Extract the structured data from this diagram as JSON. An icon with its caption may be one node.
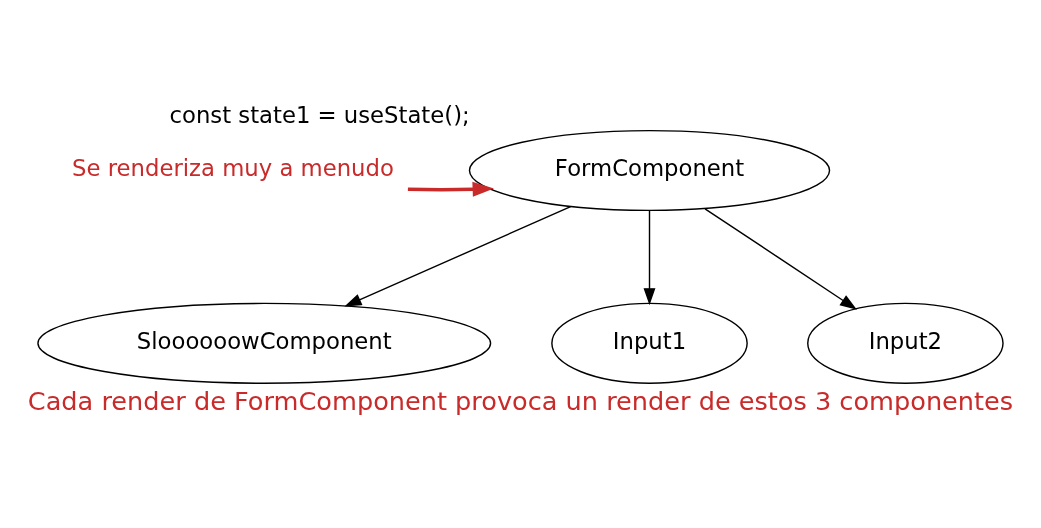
{
  "diagram": {
    "caption": "Cada render de FormComponent provoca un render de estos 3 componentes",
    "nodes": [
      {
        "text": [
          "FormComponent"
        ],
        "beside": [
          "const state1 = useState();"
        ]
      },
      {
        "text": [
          "SloooooowComponent"
        ]
      },
      {
        "text": [
          "Input1"
        ]
      },
      {
        "text": [
          "Input2"
        ]
      },
      {
        "text": [
          "Se renderiza muy a menudo"
        ]
      }
    ],
    "edges": [
      {
        "from": 0,
        "to": 1,
        "arrow": "to"
      },
      {
        "from": 0,
        "to": 2,
        "arrow": "to"
      },
      {
        "from": 0,
        "to": 3,
        "arrow": "to"
      },
      {
        "from": 4,
        "to": 0,
        "arrow": "to",
        "color": "#c92a2a",
        "style": "thick"
      }
    ]
  }
}
